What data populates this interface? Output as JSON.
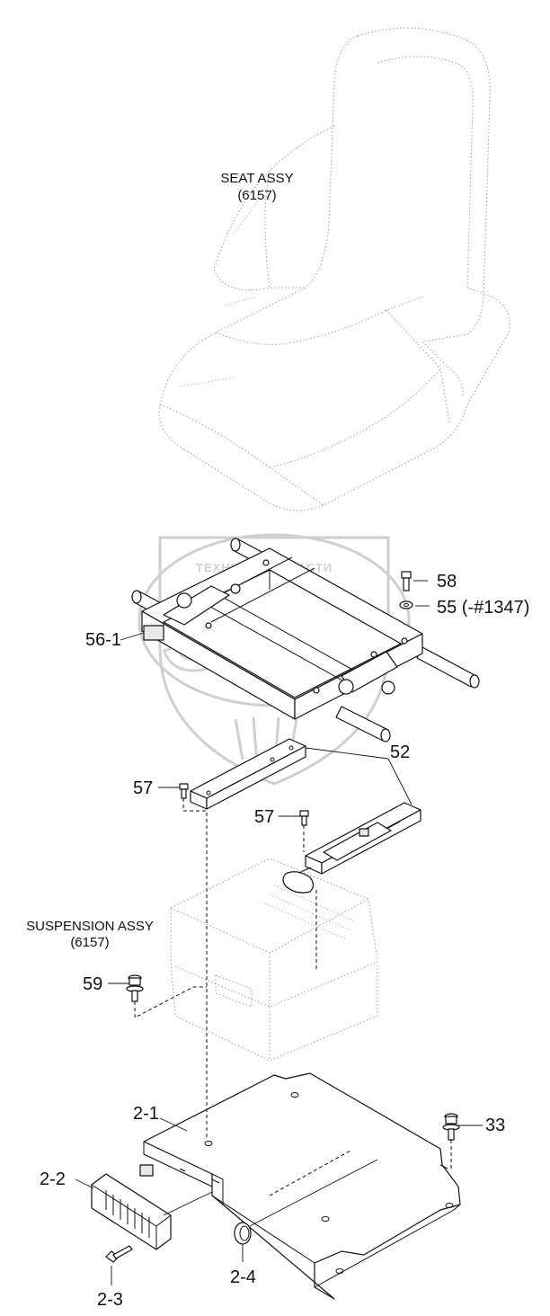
{
  "watermark": {
    "text": "ТЕХНИКА ЗАПЧАСТИ",
    "letters": "ЭПФ"
  },
  "assemblies": {
    "seat": {
      "name": "SEAT ASSY",
      "code": "(6157)"
    },
    "suspension": {
      "name": "SUSPENSION ASSY",
      "code": "(6157)"
    }
  },
  "parts": {
    "p58": "58",
    "p55": "55 (-#1347)",
    "p56_1": "56-1",
    "p52": "52",
    "p57a": "57",
    "p57b": "57",
    "p59": "59",
    "p2_1": "2-1",
    "p33": "33",
    "p2_2": "2-2",
    "p2_4": "2-4",
    "p2_3": "2-3"
  }
}
